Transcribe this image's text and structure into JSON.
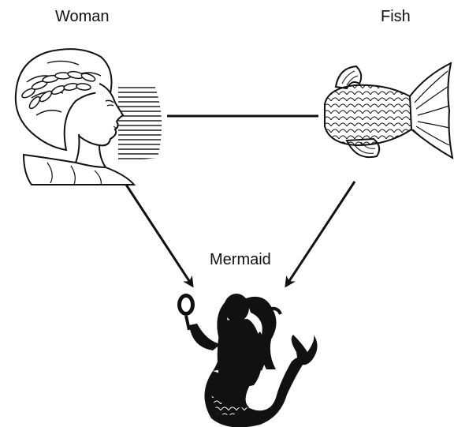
{
  "diagram": {
    "labels": {
      "woman": "Woman",
      "fish": "Fish",
      "mermaid": "Mermaid"
    },
    "icons": {
      "woman": "woman-head-laurel-engraving-icon",
      "fish": "fish-tail-engraving-icon",
      "mermaid": "mermaid-silhouette-icon"
    },
    "edges": [
      {
        "from": "woman",
        "to": "fish",
        "style": "line"
      },
      {
        "from": "woman",
        "to": "mermaid",
        "style": "arrow"
      },
      {
        "from": "fish",
        "to": "mermaid",
        "style": "arrow"
      }
    ],
    "colors": {
      "ink": "#111111",
      "background": "#ffffff"
    }
  }
}
